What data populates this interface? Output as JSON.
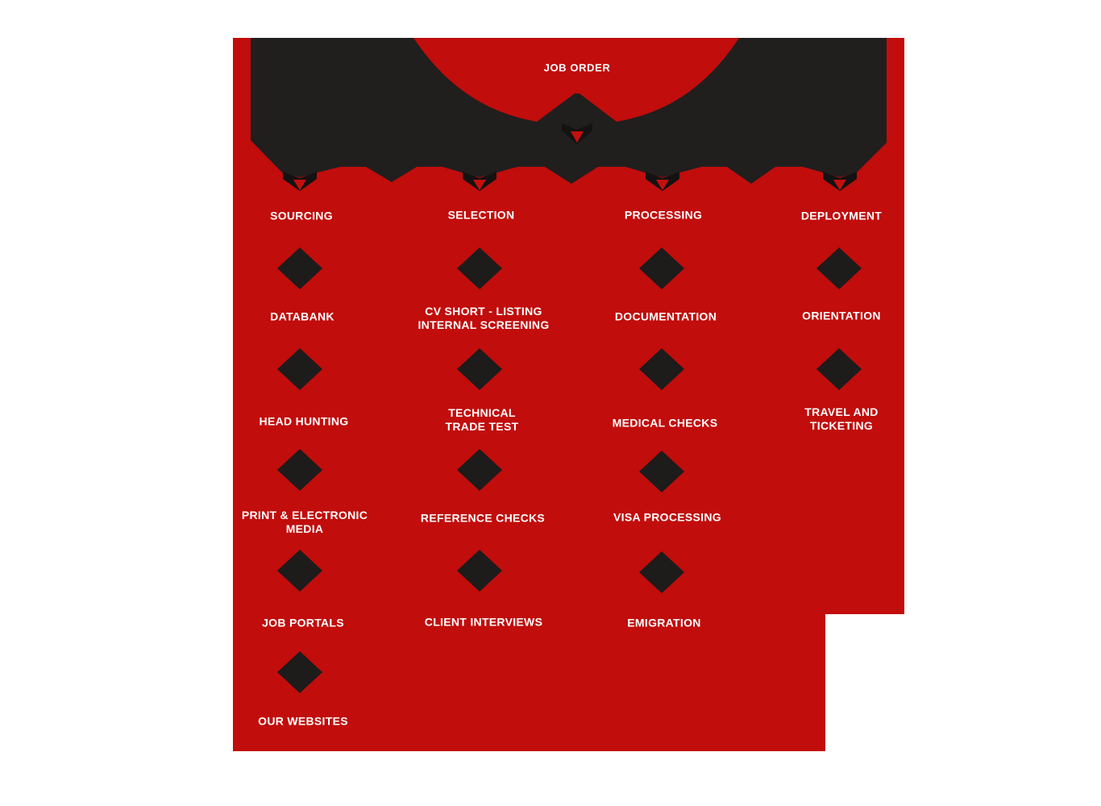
{
  "banner": {
    "label": "JOB ORDER"
  },
  "columns": [
    {
      "title": "SOURCING",
      "items": [
        "DATABANK",
        "HEAD HUNTING",
        "PRINT & ELECTRONIC\nMEDIA",
        "JOB PORTALS",
        "OUR WEBSITES"
      ]
    },
    {
      "title": "SELECTION",
      "items": [
        "CV SHORT - LISTING\nINTERNAL SCREENING",
        "TECHNICAL\nTRADE TEST",
        "REFERENCE CHECKS",
        "CLIENT INTERVIEWS"
      ]
    },
    {
      "title": "PROCESSING",
      "items": [
        "DOCUMENTATION",
        "MEDICAL CHECKS",
        "VISA PROCESSING",
        "EMIGRATION"
      ]
    },
    {
      "title": "DEPLOYMENT",
      "items": [
        "ORIENTATION",
        "TRAVEL  AND\nTICKETING"
      ]
    }
  ],
  "colors": {
    "background_red": "#c10d0c",
    "banner_dark": "#211e1e",
    "chevron_dark": "#151212",
    "diamond_dark": "#1e1b1b",
    "text_white": "#ffffff"
  }
}
